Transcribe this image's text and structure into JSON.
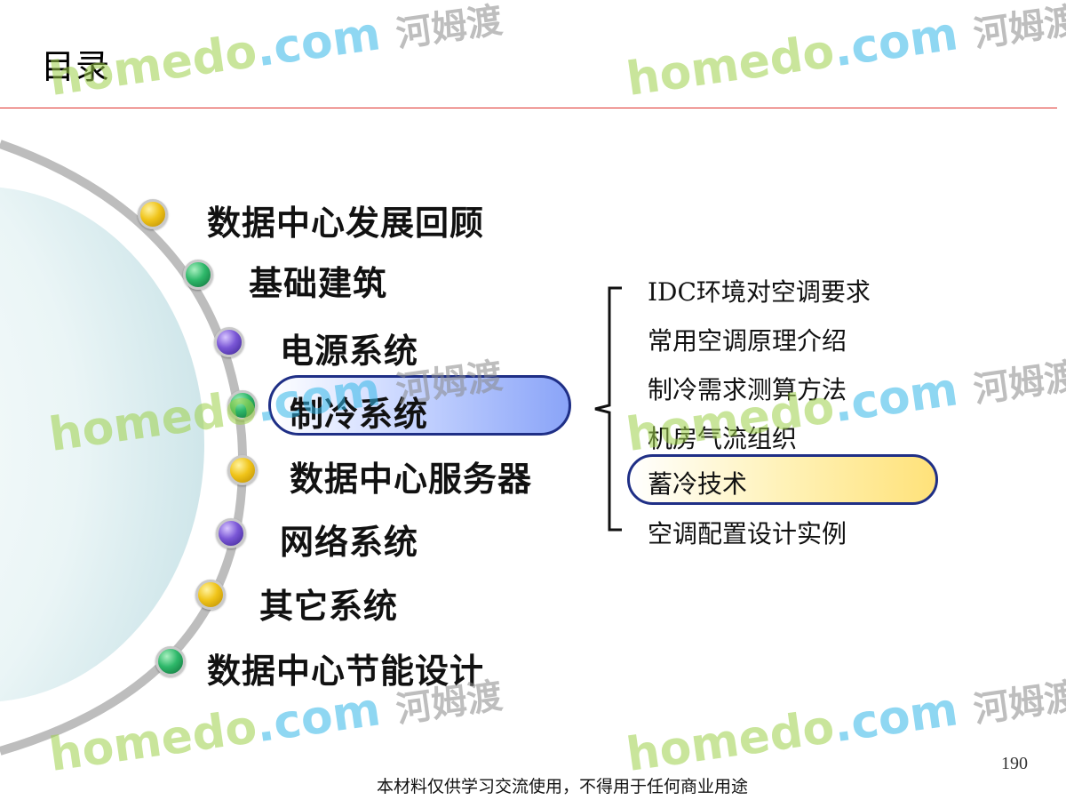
{
  "title": "目录",
  "main_items": [
    {
      "label": "数据中心发展回顾",
      "dot": "gold"
    },
    {
      "label": "基础建筑",
      "dot": "green"
    },
    {
      "label": "电源系统",
      "dot": "purple"
    },
    {
      "label": "制冷系统",
      "dot": "green",
      "selected": true
    },
    {
      "label": "数据中心服务器",
      "dot": "gold"
    },
    {
      "label": "网络系统",
      "dot": "purple"
    },
    {
      "label": "其它系统",
      "dot": "gold"
    },
    {
      "label": "数据中心节能设计",
      "dot": "green"
    }
  ],
  "sub_items": [
    {
      "label": "IDC环境对空调要求"
    },
    {
      "label": "常用空调原理介绍"
    },
    {
      "label": "制冷需求测算方法"
    },
    {
      "label": "机房气流组织"
    },
    {
      "label": "蓄冷技术",
      "selected": true
    },
    {
      "label": "空调配置设计实例"
    }
  ],
  "page_number": "190",
  "footer_note": "本材料仅供学习交流使用，不得用于任何商业用途",
  "watermark": {
    "part_a": "home",
    "part_b": "do",
    "part_c": ".com",
    "cn": "河姆渡"
  },
  "colors": {
    "rule": "#e0302a",
    "highlight_border": "#1f2f86",
    "main_highlight": "#8aa4f8",
    "sub_highlight": "#ffe27a"
  }
}
